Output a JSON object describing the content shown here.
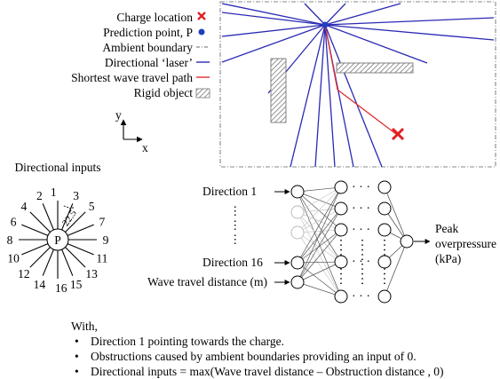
{
  "legend": {
    "charge_location": "Charge location",
    "prediction_point": "Prediction point, P",
    "ambient_boundary": "Ambient boundary",
    "directional_laser": "Directional ‘laser’",
    "shortest_path": "Shortest wave travel path",
    "rigid_object": "Rigid object"
  },
  "axes": {
    "y": "y",
    "x": "x"
  },
  "directional_inputs": {
    "title": "Directional inputs",
    "center": "P",
    "angle": "22.5˚",
    "numbers": [
      "1",
      "3",
      "5",
      "7",
      "9",
      "11",
      "13",
      "15",
      "16",
      "14",
      "12",
      "10",
      "8",
      "6",
      "4",
      "2"
    ]
  },
  "network": {
    "input_1": "Direction 1",
    "input_vdots": "⋮",
    "input_16": "Direction 16",
    "input_wave": "Wave travel distance (m)",
    "hidden_dots": "· · ·",
    "output_line1": "Peak",
    "output_line2": "overpressure",
    "output_line3": "(kPa)"
  },
  "notes": {
    "heading": "With,",
    "bullets": [
      "Direction 1 pointing towards the charge.",
      "Obstructions caused by ambient boundaries providing an input of 0.",
      "Directional inputs = max(Wave travel distance – Obstruction distance , 0)"
    ]
  },
  "colors": {
    "laser": "#2a2ab4",
    "charge": "#e02020",
    "prediction": "#1f3fbf",
    "path": "#e03030",
    "boundary": "#888888",
    "faded": "#c8c8c8"
  }
}
